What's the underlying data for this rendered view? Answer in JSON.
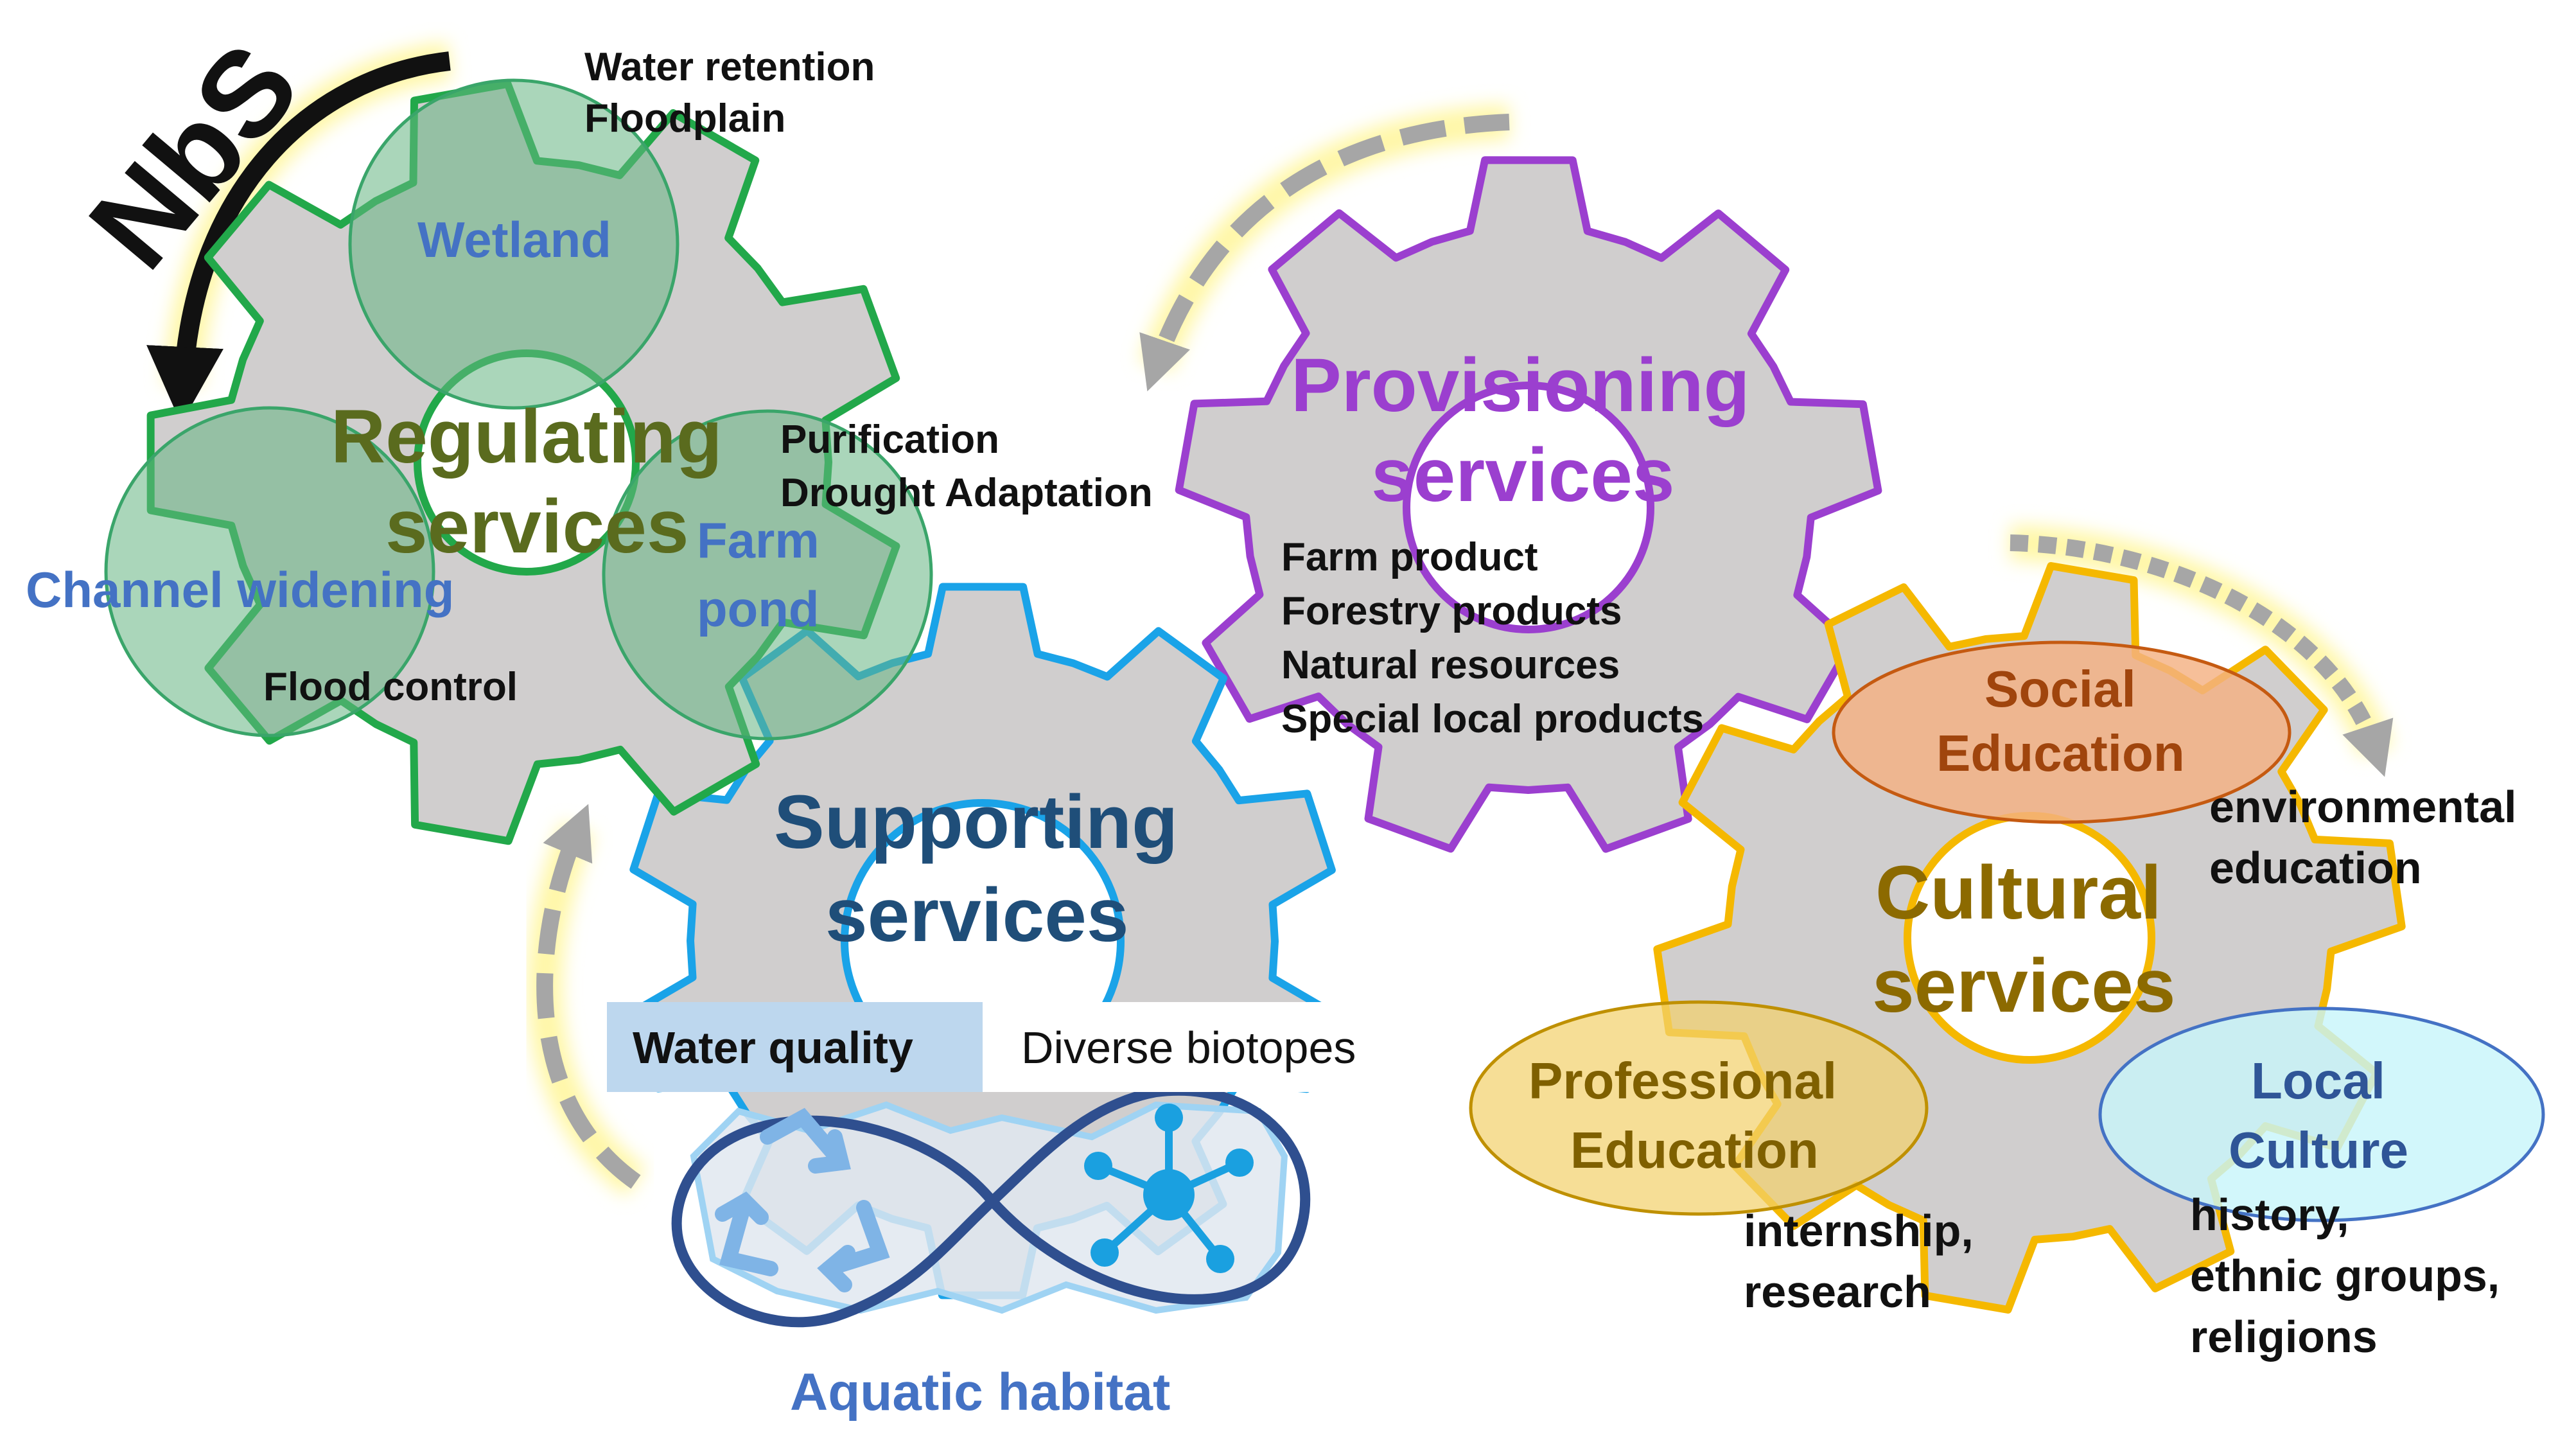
{
  "nbs": {
    "label": "NbS"
  },
  "regulating": {
    "title_line1": "Regulating",
    "title_line2": "services",
    "color": "#5a6b1e",
    "outline": "#22a84a",
    "circles": {
      "wetland": "Wetland",
      "channel": "Channel widening",
      "farm_line1": "Farm",
      "farm_line2": "pond"
    },
    "notes": {
      "top_line1": "Water retention",
      "top_line2": "Floodplain",
      "right_line1": "Purification",
      "right_line2": "Drought Adaptation",
      "bottom": "Flood control"
    }
  },
  "provisioning": {
    "title_line1": "Provisioning",
    "title_line2": "services",
    "color": "#9b3fcf",
    "items": [
      "Farm product",
      "Forestry products",
      "Natural resources",
      "Special local products"
    ]
  },
  "supporting": {
    "title_line1": "Supporting",
    "title_line2": "services",
    "color": "#1f4e79",
    "outline": "#1aa3e8",
    "water_quality": "Water quality",
    "diverse_biotopes": "Diverse biotopes",
    "aquatic_habitat": "Aquatic habitat",
    "icons": [
      "recycle-icon",
      "network-icon",
      "infinity-loop-icon"
    ]
  },
  "cultural": {
    "title_line1": "Cultural",
    "title_line2": "services",
    "color": "#8c6a00",
    "outline": "#f5b800",
    "social_line1": "Social",
    "social_line2": "Education",
    "environmental_line1": "environmental",
    "environmental_line2": "education",
    "professional_line1": "Professional",
    "professional_line2": "Education",
    "internship_line1": "internship,",
    "internship_line2": "research",
    "local_line1": "Local",
    "local_line2": "Culture",
    "history_line1": "history,",
    "history_line2": "ethnic groups,",
    "history_line3": "religions"
  }
}
